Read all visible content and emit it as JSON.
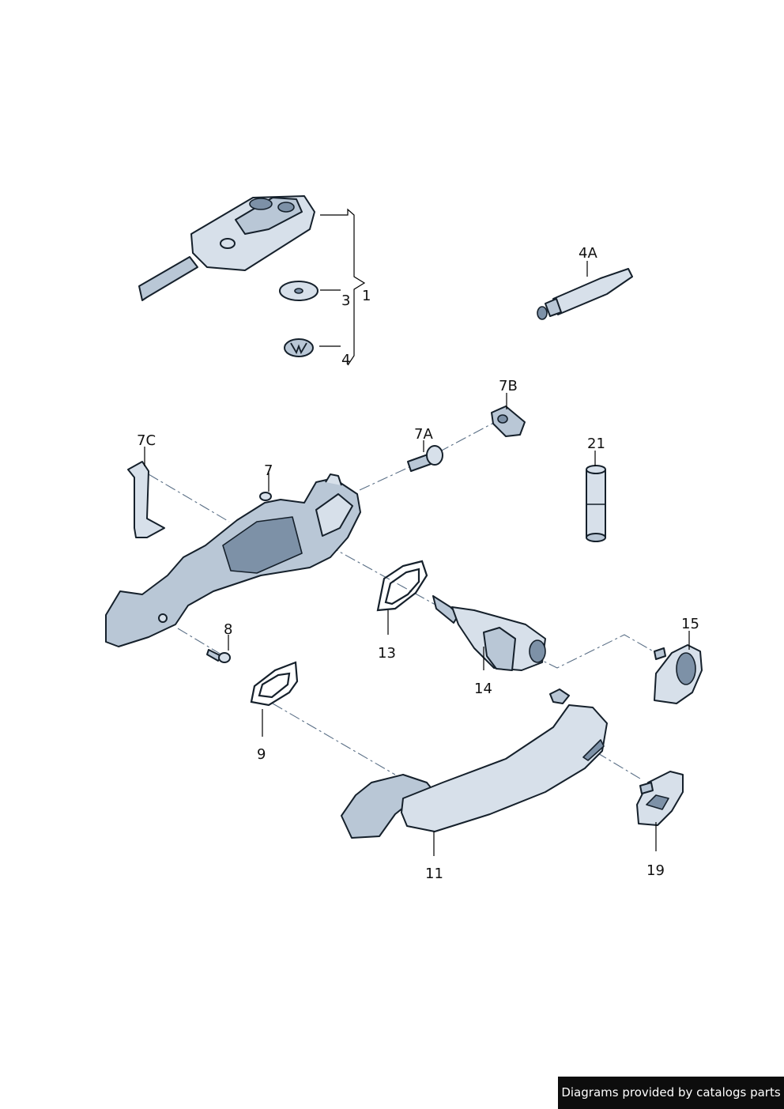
{
  "labels": {
    "p1": "1",
    "p3": "3",
    "p4": "4",
    "p4a": "4A",
    "p7": "7",
    "p7a": "7A",
    "p7b": "7B",
    "p7c": "7C",
    "p8": "8",
    "p9": "9",
    "p11": "11",
    "p13": "13",
    "p14": "14",
    "p15": "15",
    "p19": "19",
    "p21": "21"
  },
  "footer": {
    "text": "Diagrams provided by catalogs parts"
  }
}
